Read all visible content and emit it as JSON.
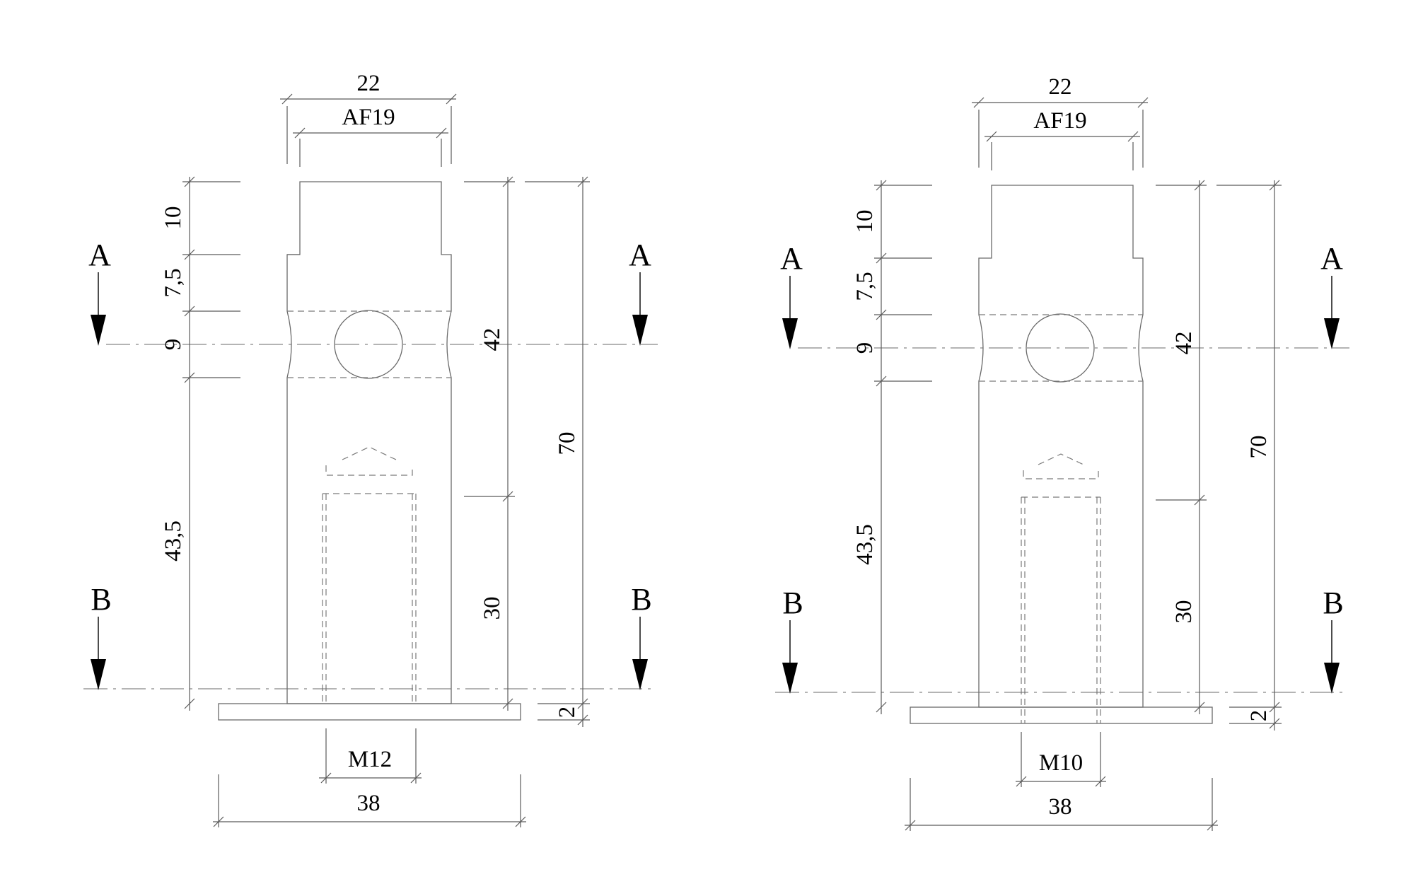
{
  "drawings": [
    {
      "id": "left",
      "dimensions": {
        "top_width": "22",
        "across_flats": "AF19",
        "h_top": "10",
        "h_step": "7,5",
        "h_hole": "9",
        "h_lower": "43,5",
        "h_upper_total": "42",
        "h_thread_depth": "30",
        "h_total": "70",
        "plate_thickness": "2",
        "thread": "M12",
        "plate_width": "38"
      },
      "section_labels": {
        "a_left": "A",
        "a_right": "A",
        "b_left": "B",
        "b_right": "B"
      }
    },
    {
      "id": "right",
      "dimensions": {
        "top_width": "22",
        "across_flats": "AF19",
        "h_top": "10",
        "h_step": "7,5",
        "h_hole": "9",
        "h_lower": "43,5",
        "h_upper_total": "42",
        "h_thread_depth": "30",
        "h_total": "70",
        "plate_thickness": "2",
        "thread": "M10",
        "plate_width": "38"
      },
      "section_labels": {
        "a_left": "A",
        "a_right": "A",
        "b_left": "B",
        "b_right": "B"
      }
    }
  ]
}
